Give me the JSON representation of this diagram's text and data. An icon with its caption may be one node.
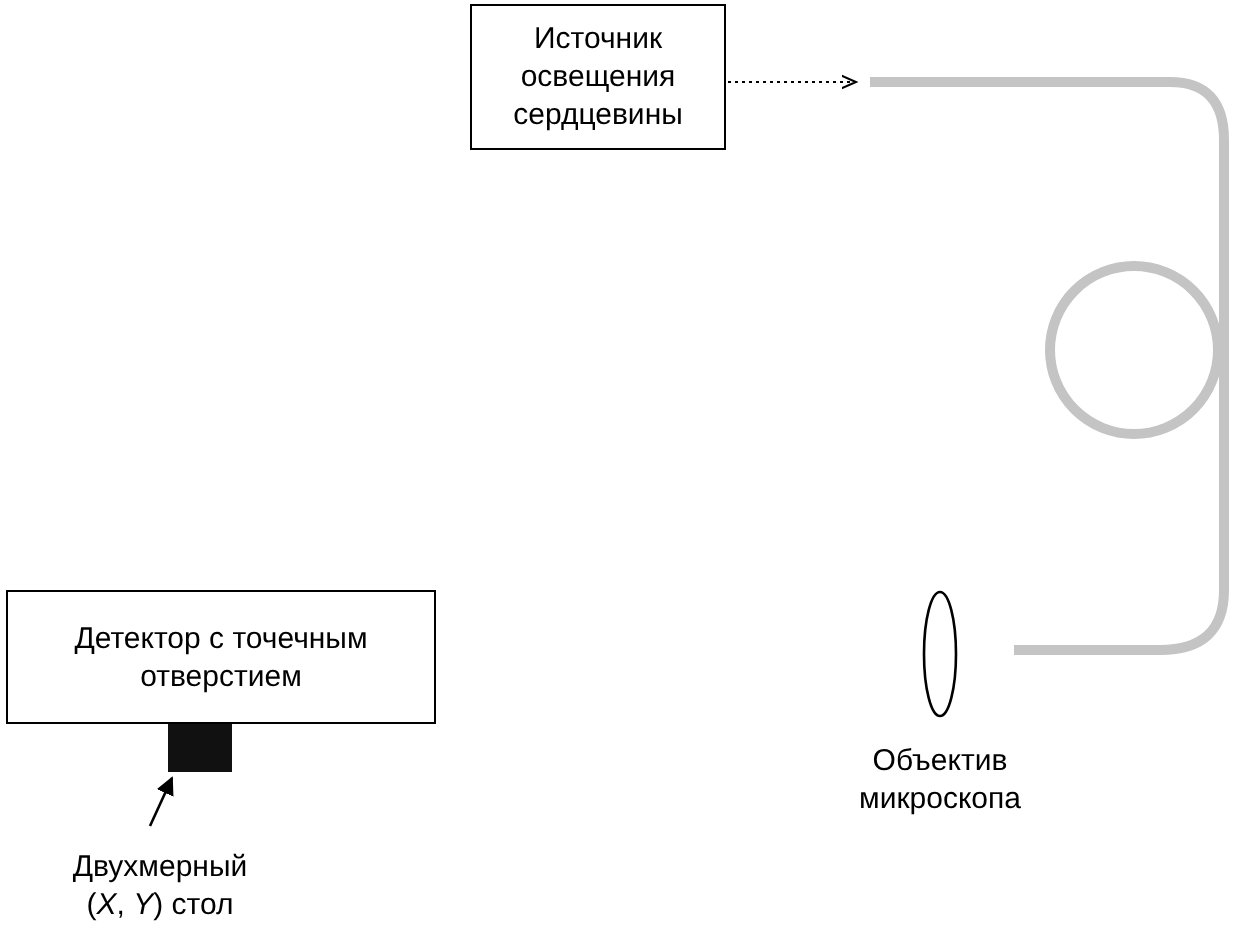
{
  "diagram": {
    "nodes": [
      {
        "text": [
          "Источник освещения сердцевины"
        ]
      },
      {
        "text": [],
        "shape": "fiber"
      },
      {
        "text": [
          "Детектор с точечным отверстием"
        ]
      },
      {
        "text": [],
        "shape": "box"
      },
      {
        "text": [
          "Двухмерный (*X*, *Y*) стол"
        ]
      }
    ],
    "edges": [
      {
        "from": 0,
        "to": 1,
        "arrow": "to",
        "style": "dashed"
      },
      {
        "from": 4,
        "to": 3,
        "arrow": "to"
      }
    ],
    "labels": [
      "Объектив микроскопа"
    ]
  }
}
